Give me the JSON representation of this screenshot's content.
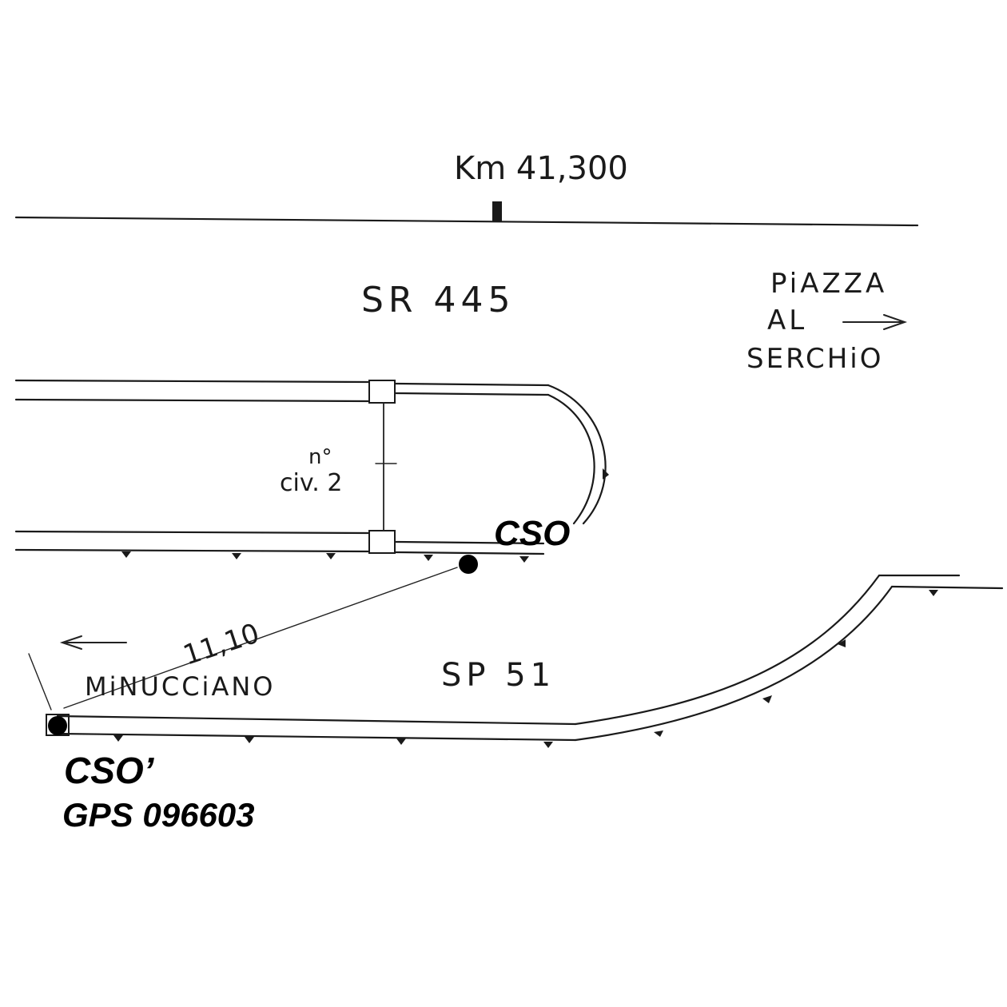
{
  "labels": {
    "km_marker": "Km 41,300",
    "road_upper": "SR 445",
    "road_lower": "SP 51",
    "destination_right_line1": "PiAZZA",
    "destination_right_line2": "AL",
    "destination_right_line3": "SERCHiO",
    "destination_left": "MiNUCCiANO",
    "house_number_sup": "n°",
    "house_number": "civ. 2",
    "distance": "11,10",
    "point_a": "CSO",
    "point_b": "CSO’",
    "gps": "GPS 096603"
  },
  "colors": {
    "ink": "#1a1a1a",
    "marker": "#000000"
  }
}
